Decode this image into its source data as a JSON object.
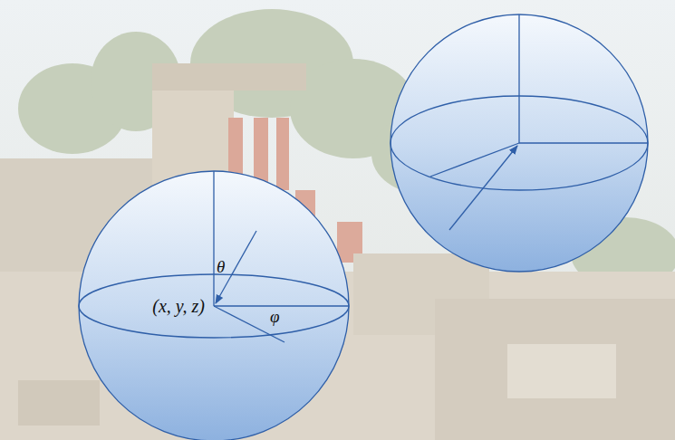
{
  "diagram": {
    "nodes": [
      {
        "text": [
          "θ",
          "(x, y, z)",
          "φ"
        ]
      }
    ]
  }
}
